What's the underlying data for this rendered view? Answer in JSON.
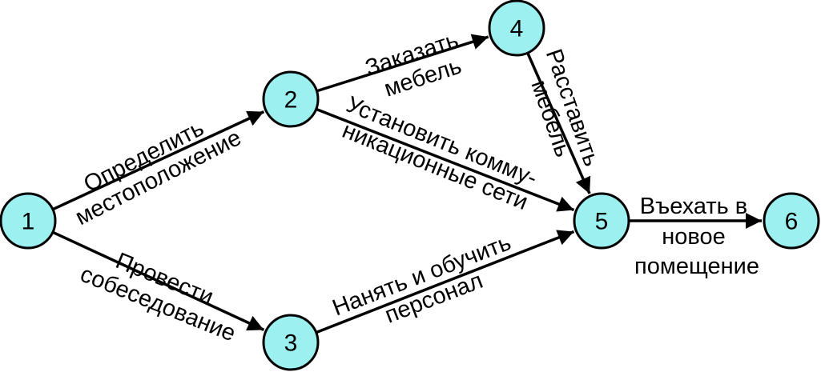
{
  "colors": {
    "node_fill": "#9CF0F0",
    "node_stroke": "#000000",
    "edge": "#000000"
  },
  "nodes": [
    {
      "id": "1",
      "label": "1"
    },
    {
      "id": "2",
      "label": "2"
    },
    {
      "id": "3",
      "label": "3"
    },
    {
      "id": "4",
      "label": "4"
    },
    {
      "id": "5",
      "label": "5"
    },
    {
      "id": "6",
      "label": "6"
    }
  ],
  "edges": [
    {
      "from": "1",
      "to": "2",
      "lines": [
        "Определить",
        "местоположение"
      ]
    },
    {
      "from": "1",
      "to": "3",
      "lines": [
        "Провести",
        "собеседование"
      ]
    },
    {
      "from": "2",
      "to": "4",
      "lines": [
        "Заказать",
        "мебель"
      ]
    },
    {
      "from": "2",
      "to": "5",
      "lines": [
        "Установить комму-",
        "никационные сети"
      ]
    },
    {
      "from": "4",
      "to": "5",
      "lines": [
        "Расставить",
        "мебель"
      ]
    },
    {
      "from": "3",
      "to": "5",
      "lines": [
        "Нанять и обучить",
        "персонал"
      ]
    },
    {
      "from": "5",
      "to": "6",
      "lines": [
        "Въехать в",
        "новое",
        "помещение"
      ]
    }
  ]
}
